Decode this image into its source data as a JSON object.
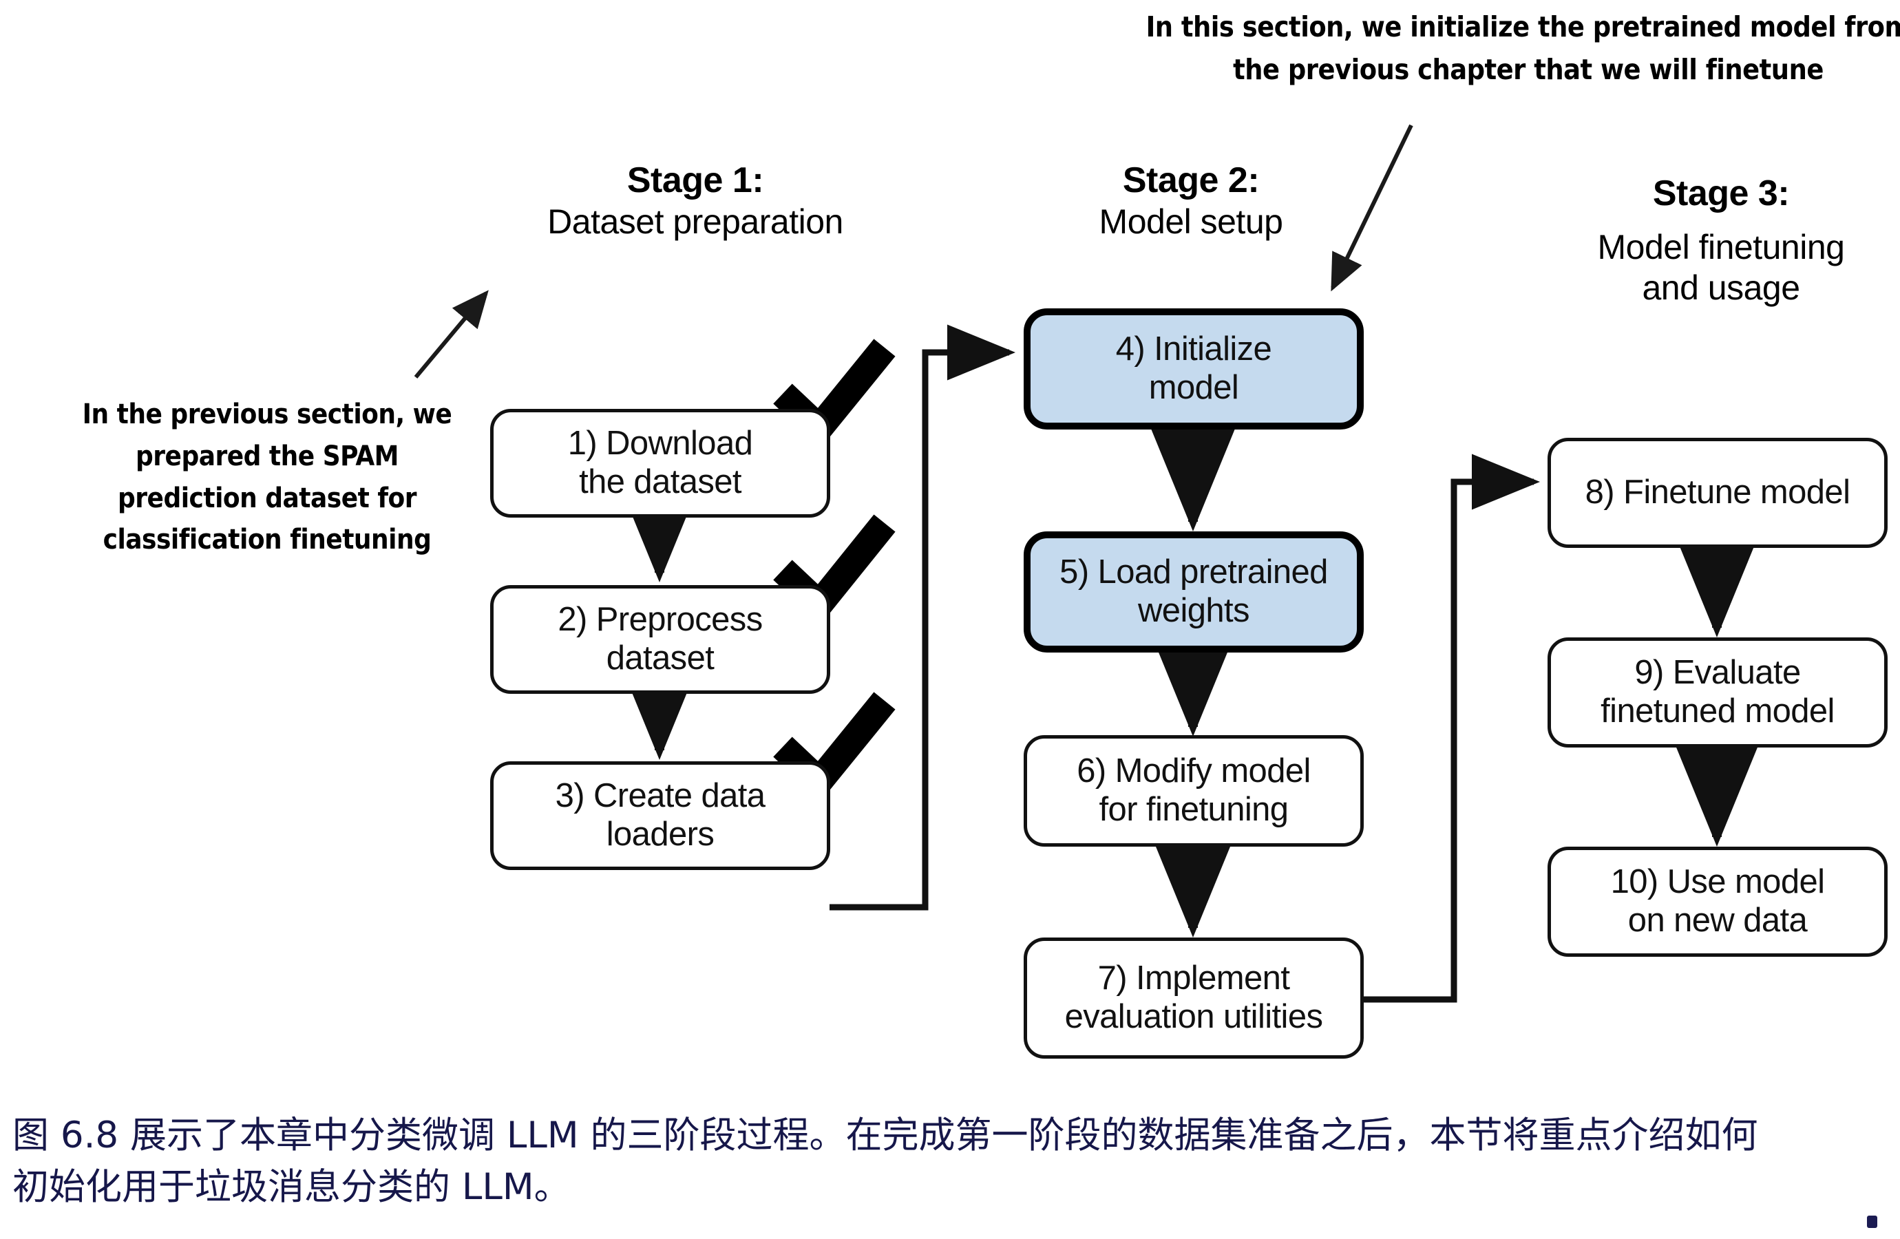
{
  "figure": {
    "id": "figure-6-8",
    "background": "#ffffff",
    "accent_blue": "#c5daee",
    "line_color": "#111111",
    "caption_color": "#16174a"
  },
  "annotations": [
    {
      "name": "previous-section-note",
      "text": "In the previous section,\nwe prepared the SPAM\nprediction dataset for\nclassification finetuning",
      "points_to": "Stage 1: Dataset preparation"
    },
    {
      "name": "this-section-note",
      "text": "In this section, we initialize the pretrained model\nfrom the previous chapter that we will finetune",
      "points_to": "4) Initialize model"
    }
  ],
  "stages": [
    {
      "name": "stage-1",
      "title": "Stage 1:",
      "subtitle": "Dataset preparation",
      "steps": [
        {
          "number": "1)",
          "label": "1) Download\nthe dataset",
          "checked": true,
          "highlighted": false
        },
        {
          "number": "2)",
          "label": "2) Preprocess\ndataset",
          "checked": true,
          "highlighted": false
        },
        {
          "number": "3)",
          "label": "3) Create data\nloaders",
          "checked": true,
          "highlighted": false
        }
      ]
    },
    {
      "name": "stage-2",
      "title": "Stage 2:",
      "subtitle": "Model setup",
      "steps": [
        {
          "number": "4)",
          "label": "4) Initialize\nmodel",
          "checked": false,
          "highlighted": true
        },
        {
          "number": "5)",
          "label": "5) Load pretrained\nweights",
          "checked": false,
          "highlighted": true
        },
        {
          "number": "6)",
          "label": "6) Modify model\nfor finetuning",
          "checked": false,
          "highlighted": false
        },
        {
          "number": "7)",
          "label": "7) Implement\nevaluation utilities",
          "checked": false,
          "highlighted": false
        }
      ]
    },
    {
      "name": "stage-3",
      "title": "Stage 3:",
      "subtitle": "Model finetuning\nand usage",
      "steps": [
        {
          "number": "8)",
          "label": "8) Finetune model",
          "checked": false,
          "highlighted": false
        },
        {
          "number": "9)",
          "label": "9) Evaluate\nfinetuned model",
          "checked": false,
          "highlighted": false
        },
        {
          "number": "10)",
          "label": "10) Use model\non new data",
          "checked": false,
          "highlighted": false
        }
      ]
    }
  ],
  "caption": {
    "line1": "图 6.8 展示了本章中分类微调 LLM 的三阶段过程。在完成第一阶段的数据集准备之后，本节将重点介绍如何",
    "line2": "初始化用于垃圾消息分类的 LLM。"
  }
}
